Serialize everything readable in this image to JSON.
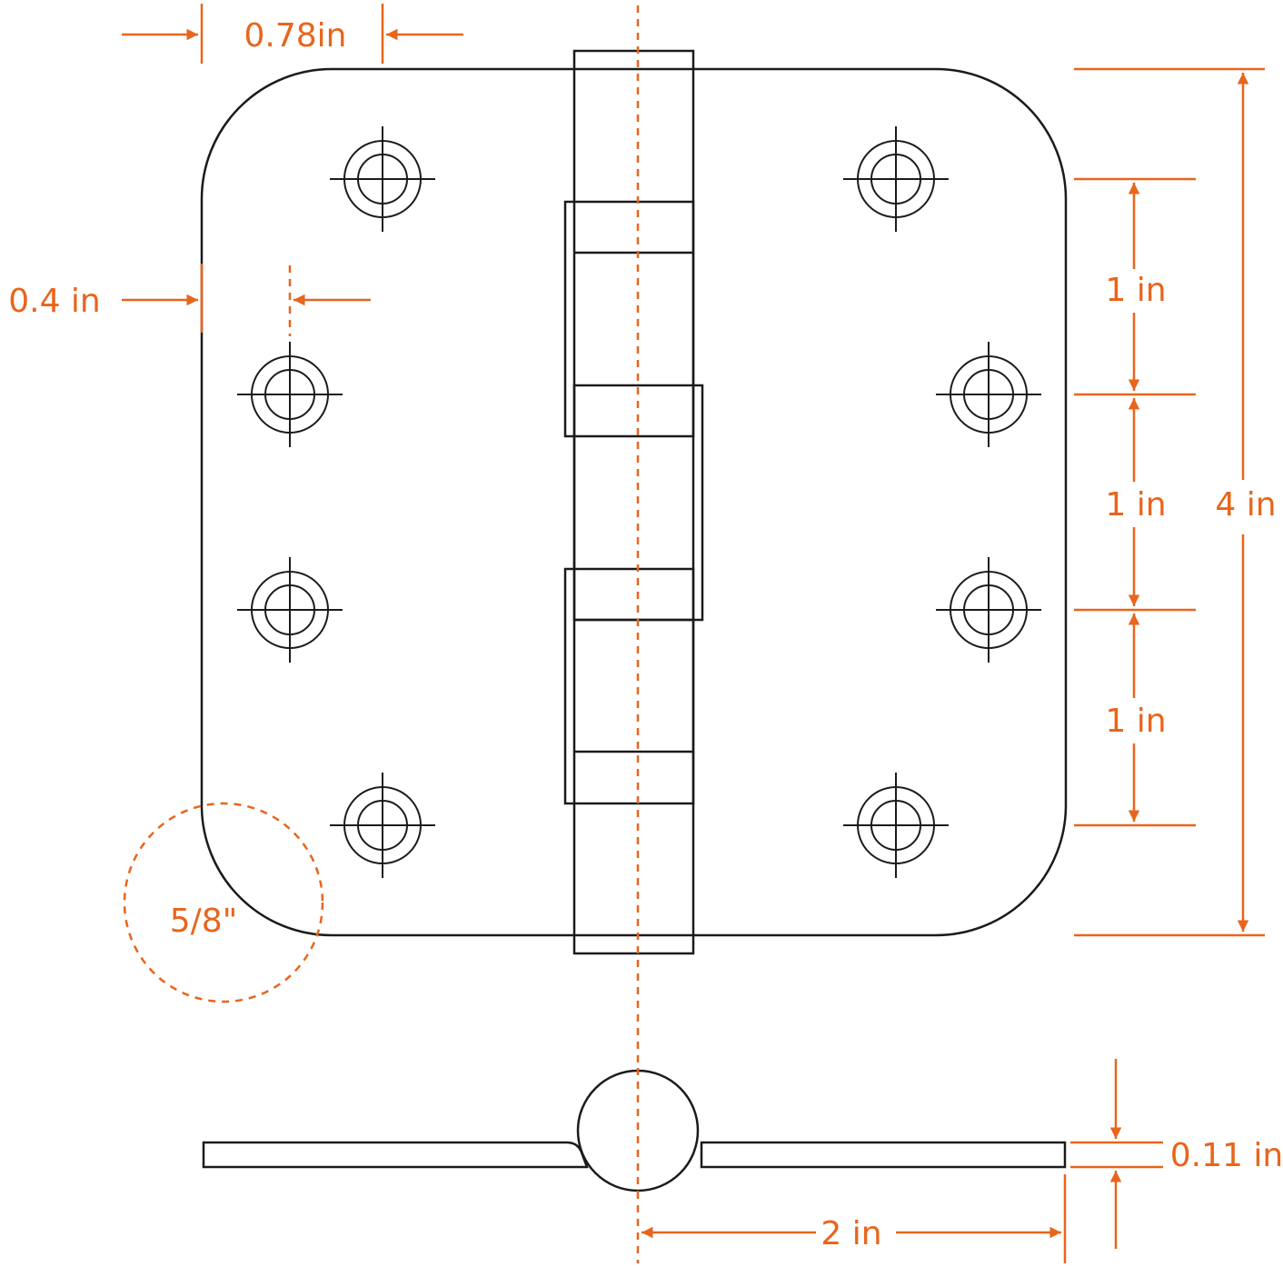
{
  "labels": {
    "leaf_offset": "0.78in",
    "hole_edge_offset": "0.4 in",
    "hole_spacing_1": "1 in",
    "hole_spacing_2": "1 in",
    "hole_spacing_3": "1 in",
    "overall_height": "4 in",
    "corner_radius": "5/8\"",
    "leaf_thickness": "0.11 in",
    "leaf_width": "2 in"
  },
  "colors": {
    "dimension": "#e8651c",
    "ink": "#1e1a1a",
    "background": "#ffffff"
  }
}
